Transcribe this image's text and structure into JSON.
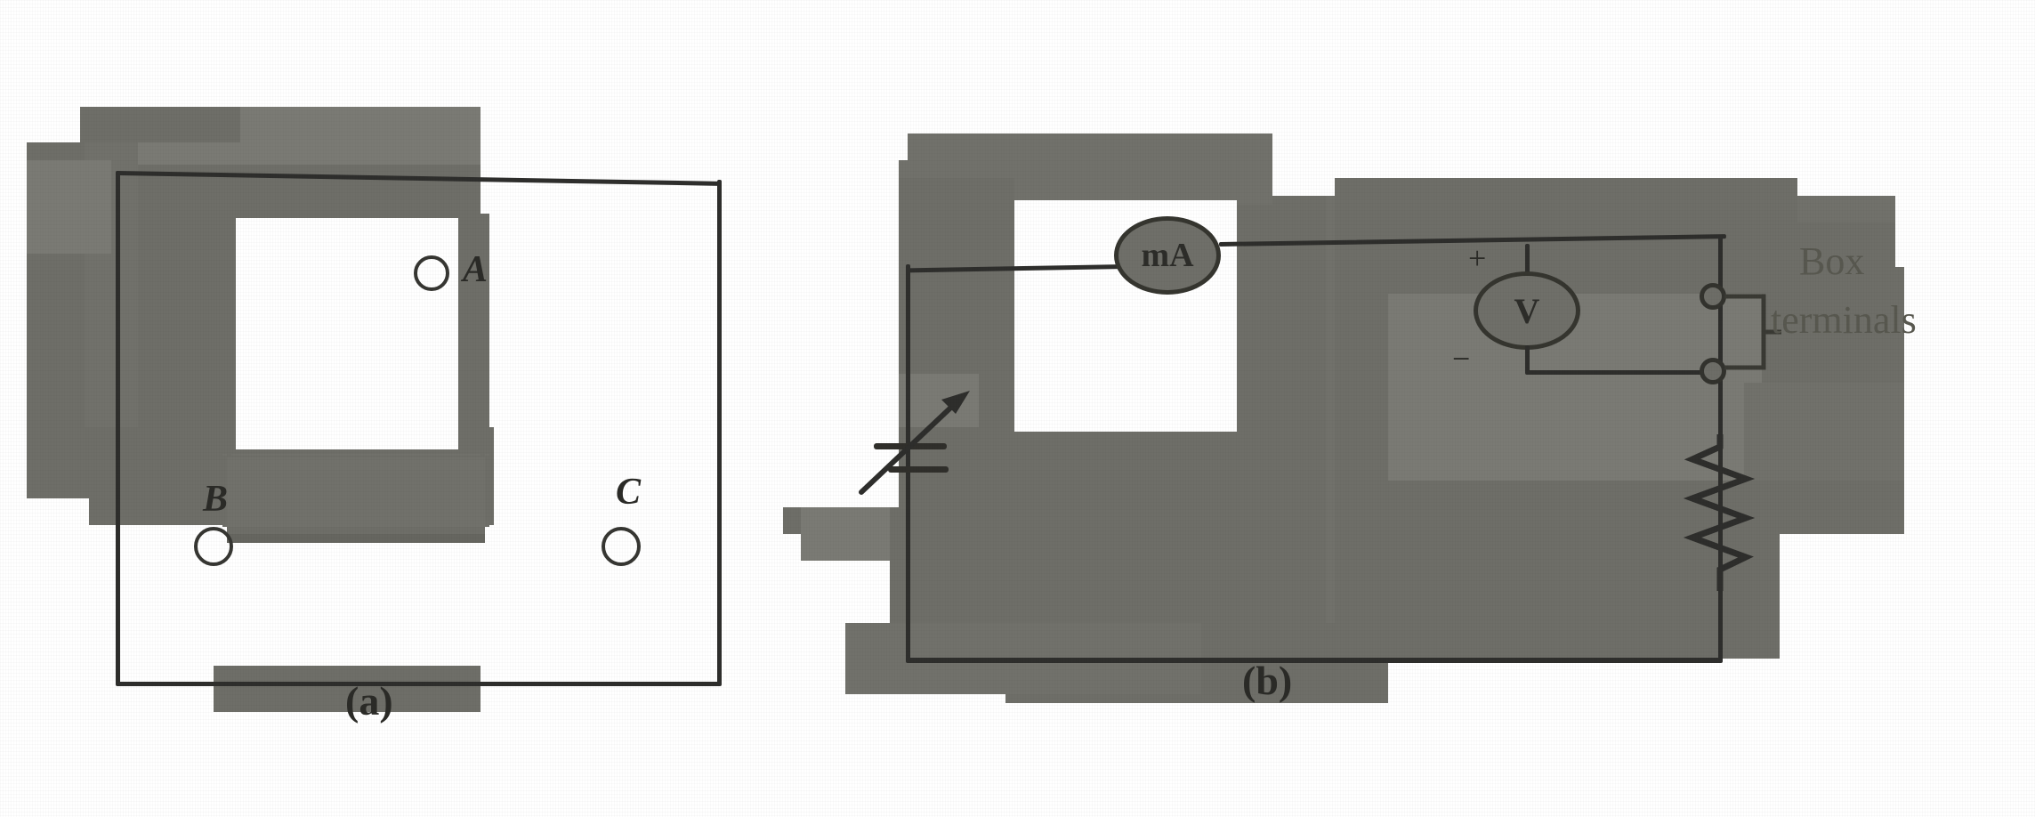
{
  "figure": {
    "type": "circuit-diagram",
    "description": "Two electrical circuit schematics labelled (a) and (b)",
    "ink_color": "#2e2e2c",
    "paper_color": "#6e6e68",
    "panels": [
      {
        "id": "a",
        "caption": "(a)",
        "elements": [
          {
            "name": "ammeter",
            "label": "A",
            "symbol": "circle-meter",
            "position": "top-rail"
          },
          {
            "name": "cell-b",
            "label": "B",
            "symbol": "circle-meter",
            "position": "left-rail"
          },
          {
            "name": "component-c",
            "label": "C",
            "symbol": "circle-meter",
            "position": "right-inner"
          }
        ]
      },
      {
        "id": "b",
        "caption": "(b)",
        "elements": [
          {
            "name": "milliammeter",
            "label": "mA",
            "symbol": "ellipse-meter",
            "position": "top-rail"
          },
          {
            "name": "voltmeter",
            "label": "V",
            "symbol": "ellipse-meter",
            "position": "right-branch"
          },
          {
            "name": "variable-source",
            "label": "",
            "symbol": "variable-cell-arrow",
            "position": "left-rail"
          },
          {
            "name": "resistor",
            "label": "",
            "symbol": "zigzag",
            "position": "right-rail"
          },
          {
            "name": "box-terminals",
            "label": "Box terminals",
            "symbol": "terminal-pair",
            "position": "far-right"
          }
        ],
        "polarity": {
          "plus": "+",
          "minus": "−"
        }
      }
    ]
  },
  "labels": {
    "panel_a_caption": "(a)",
    "panel_b_caption": "(b)",
    "ammeter_a": "A",
    "cell_b": "B",
    "component_c": "C",
    "milliammeter": "mA",
    "voltmeter": "V",
    "plus_sign": "+",
    "minus_sign": "−",
    "box_terminals_line1": "Box",
    "box_terminals_line2": "terminals"
  }
}
